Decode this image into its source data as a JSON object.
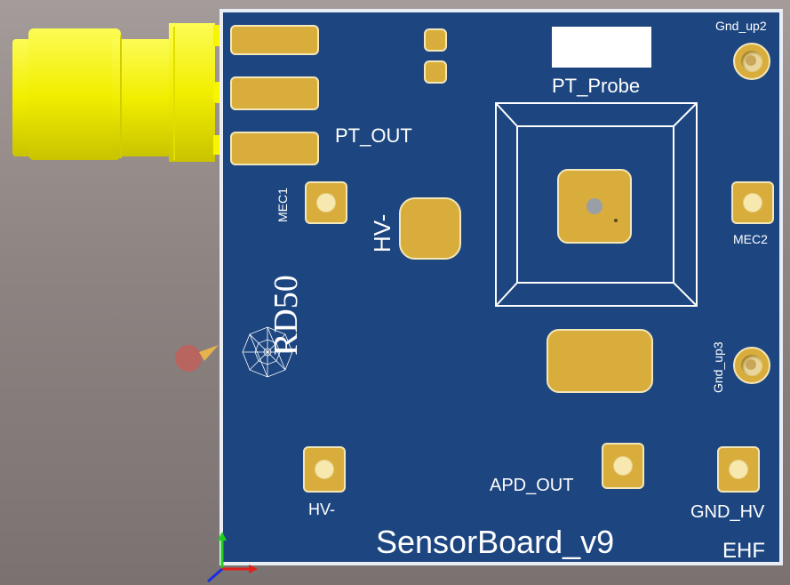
{
  "board": {
    "title": "SensorBoard_v9",
    "corner_label": "EHF",
    "labels": {
      "pt_probe": "PT_Probe",
      "pt_out": "PT_OUT",
      "mec1": "MEC1",
      "mec2": "MEC2",
      "gnd_up2": "Gnd_up2",
      "gnd_up3": "Gnd_up3",
      "hv_minus_large": "HV-",
      "hv_minus_small": "HV-",
      "apd_out": "APD_OUT",
      "gnd_hv": "GND_HV",
      "logo_text": "RD50"
    },
    "colors": {
      "board": "#1d4681",
      "pad": "#d9ad3b",
      "connector": "#f7f500",
      "silkscreen": "#ffffff",
      "background": "#8e8482"
    }
  },
  "icons": {
    "connector": "sma-connector-icon",
    "logo": "rd50-web-logo-icon",
    "axes": "xyz-axes-icon"
  }
}
